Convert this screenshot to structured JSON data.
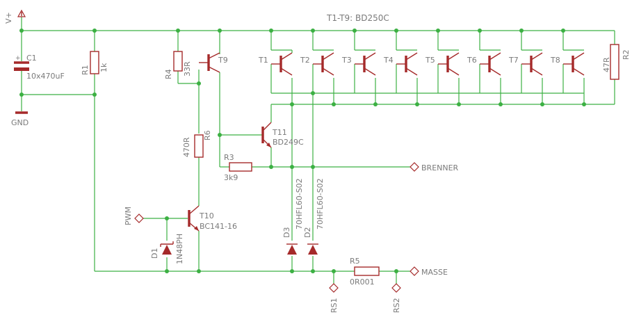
{
  "title": "T1-T9: BD250C",
  "supply": {
    "vplus": "V+",
    "gnd": "GND"
  },
  "capacitor": {
    "name": "C1",
    "value": "10x470uF"
  },
  "resistors": [
    {
      "name": "R1",
      "value": "1k"
    },
    {
      "name": "R4",
      "value": "33R"
    },
    {
      "name": "R6",
      "value": "470R"
    },
    {
      "name": "R3",
      "value": "3k9"
    },
    {
      "name": "R2",
      "value": "47R"
    },
    {
      "name": "R5",
      "value": "0R001"
    }
  ],
  "power_transistors": [
    "T9",
    "T1",
    "T2",
    "T3",
    "T4",
    "T5",
    "T6",
    "T7",
    "T8"
  ],
  "t11": {
    "name": "T11",
    "part": "BD249C"
  },
  "t10": {
    "name": "T10",
    "part": "BC141-16"
  },
  "zener": {
    "name": "D1",
    "part": "1N48PH"
  },
  "diodes": [
    {
      "name": "D3",
      "part": "70HFL60-S02"
    },
    {
      "name": "D2",
      "part": "70HFL60-S02"
    }
  ],
  "ports": {
    "pwm": "PWM",
    "brenner": "BRENNER",
    "masse": "MASSE",
    "rs1": "RS1",
    "rs2": "RS2"
  },
  "colors": {
    "wire": "#3cb043",
    "component": "#a52a2a",
    "label": "#7a7a7a"
  }
}
